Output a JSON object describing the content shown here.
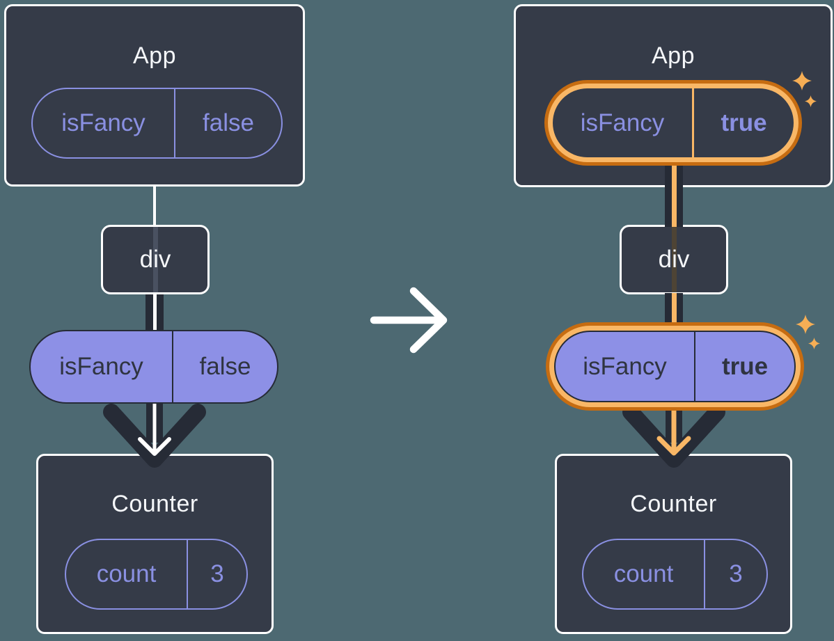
{
  "palette": {
    "background": "#4d6972",
    "box_fill": "#353b48",
    "box_border": "#ffffff",
    "purple": "#8a90e2",
    "purple_fill": "#8d90e6",
    "dark_text": "#2f3440",
    "dark_arrow": "#262b36",
    "orange_outer": "#c66c11",
    "orange_inner": "#f9b766",
    "sparkle": "#f6ae55"
  },
  "left": {
    "app_title": "App",
    "app_pill": {
      "key": "isFancy",
      "value": "false"
    },
    "div_label": "div",
    "prop_pill": {
      "key": "isFancy",
      "value": "false"
    },
    "counter_title": "Counter",
    "counter_pill": {
      "key": "count",
      "value": "3"
    }
  },
  "right": {
    "app_title": "App",
    "app_pill": {
      "key": "isFancy",
      "value": "true"
    },
    "div_label": "div",
    "prop_pill": {
      "key": "isFancy",
      "value": "true"
    },
    "counter_title": "Counter",
    "counter_pill": {
      "key": "count",
      "value": "3"
    }
  },
  "icons": {
    "transition_arrow": "right-arrow-icon",
    "flow_arrow": "down-arrow-icon",
    "sparkle": "sparkle-icon"
  }
}
